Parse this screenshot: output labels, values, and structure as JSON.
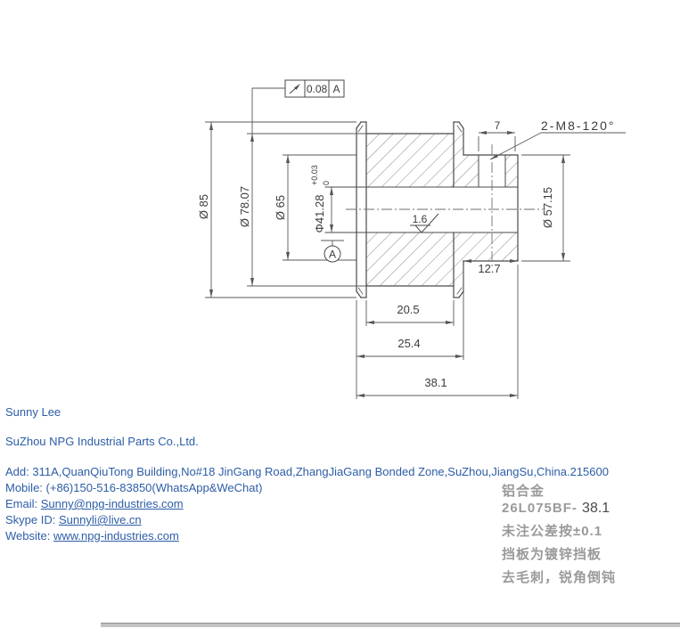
{
  "drawing": {
    "fcf": {
      "symbol": "circular-runout-arrow",
      "tolerance": "0.08",
      "datum": "A"
    },
    "labels": {
      "dia85": "Ø 85",
      "dia7807": "Ø 78.07",
      "dia65": "Ø 65",
      "bore": "Φ41.28",
      "bore_tol_upper": "+0.03",
      "bore_tol_lower": "0",
      "dia5715": "Ø 57.15",
      "thread": "2-M8-120°",
      "dim7": "7",
      "dim127": "12.7",
      "dim205": "20.5",
      "dim254": "25.4",
      "dim381": "38.1",
      "roughness": "1.6",
      "datum_a": "A"
    }
  },
  "contact": {
    "name": "Sunny Lee",
    "company": "SuZhou NPG Industrial Parts Co.,Ltd.",
    "address": "Add: 311A,QuanQiuTong Building,No#18 JinGang Road,ZhangJiaGang Bonded Zone,SuZhou,JiangSu,China.215600",
    "mobile": "Mobile: (+86)150-516-83850(WhatsApp&WeChat)",
    "email_label": "Email: ",
    "email": "Sunny@npg-industries.com",
    "skype_label": "Skype ID: ",
    "skype": "Sunnyli@live.cn",
    "website_label": "Website: ",
    "website": "www.npg-industries.com"
  },
  "notes": {
    "material": "铝合金",
    "part_no": "26L075BF-",
    "part_len": "38.1",
    "tolerance_note": "未注公差按±0.1",
    "flange_note": "挡板为镀锌挡板",
    "deburr_note": "去毛刺，锐角倒钝"
  },
  "colors": {
    "line": "#4a4a4a",
    "dim_line": "#5a5a5a",
    "text_blue": "#2d5da7",
    "note_gray": "#9a9a9a"
  }
}
